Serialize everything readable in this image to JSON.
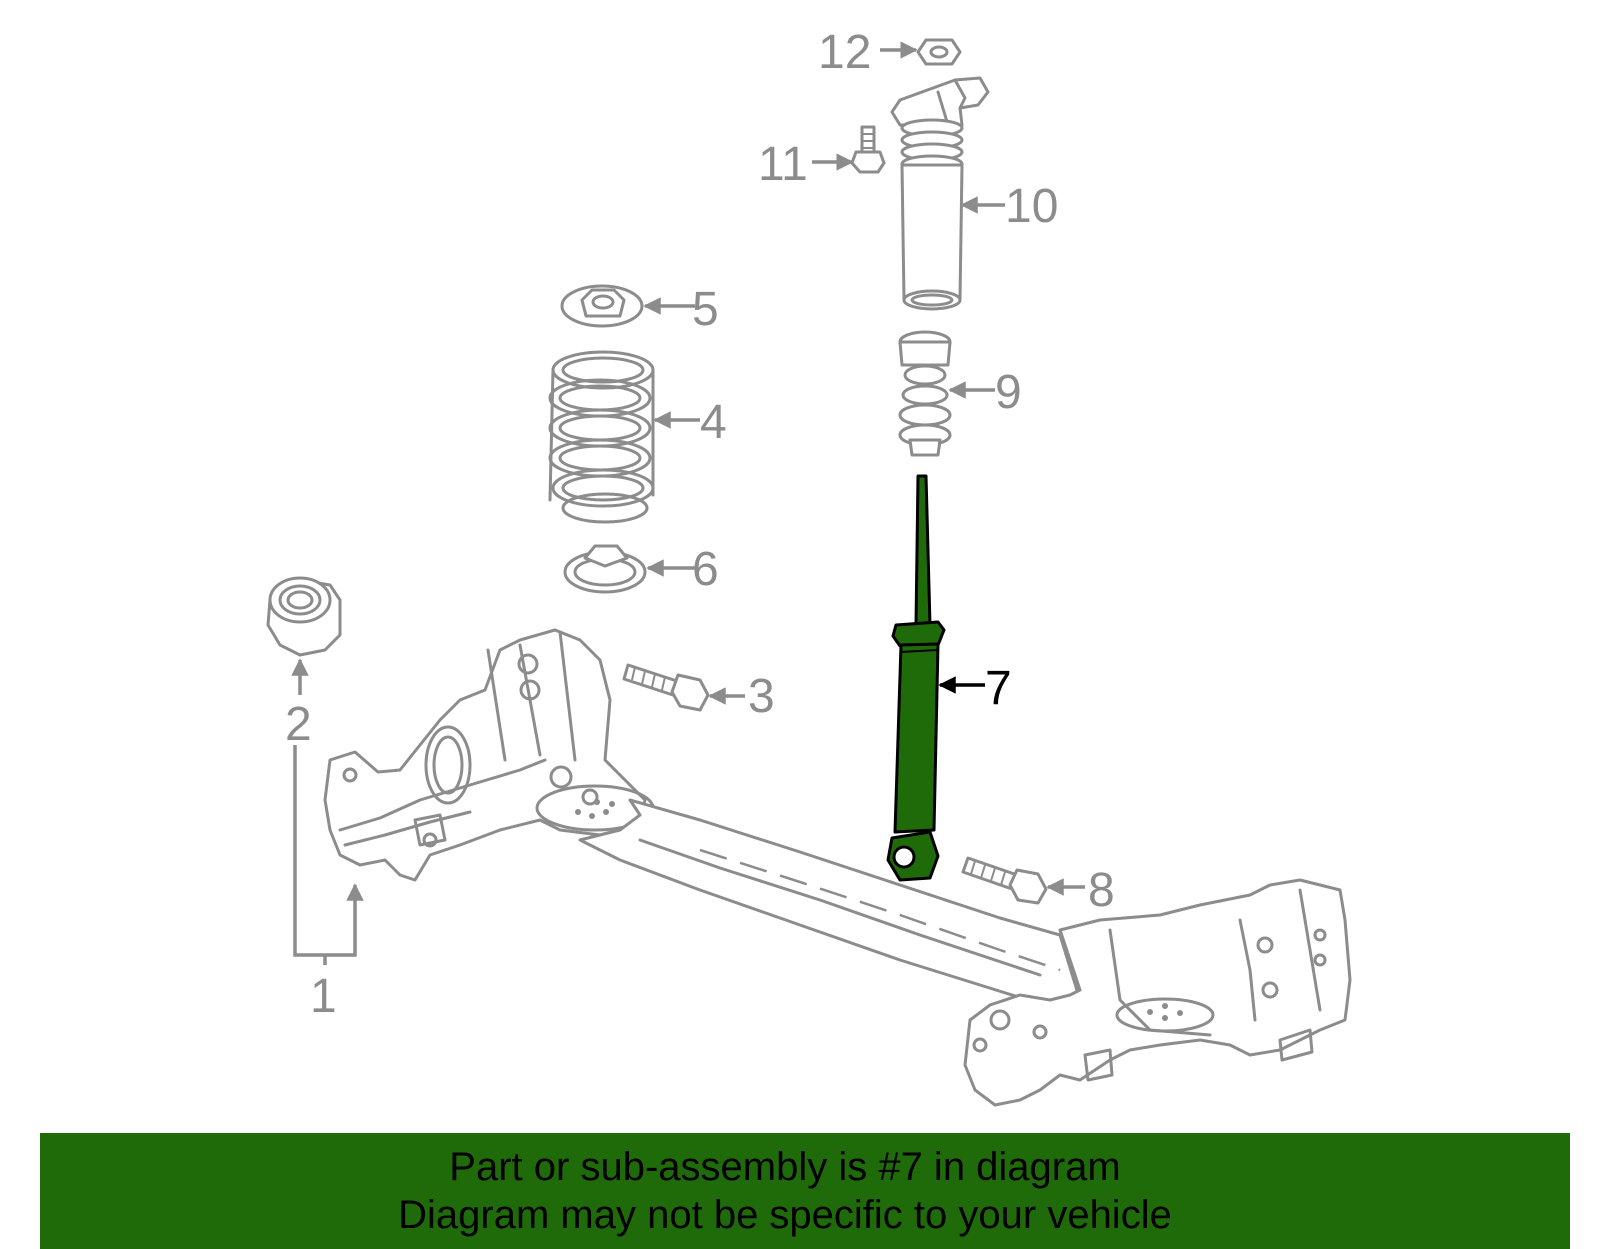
{
  "diagram": {
    "highlight_color": "#1f6b0a",
    "line_color": "#8c8c8c",
    "highlighted_part": "7",
    "callouts": [
      {
        "id": "1",
        "label": "1"
      },
      {
        "id": "2",
        "label": "2"
      },
      {
        "id": "3",
        "label": "3"
      },
      {
        "id": "4",
        "label": "4"
      },
      {
        "id": "5",
        "label": "5"
      },
      {
        "id": "6",
        "label": "6"
      },
      {
        "id": "7",
        "label": "7"
      },
      {
        "id": "8",
        "label": "8"
      },
      {
        "id": "9",
        "label": "9"
      },
      {
        "id": "10",
        "label": "10"
      },
      {
        "id": "11",
        "label": "11"
      },
      {
        "id": "12",
        "label": "12"
      }
    ]
  },
  "banner": {
    "line1": "Part or sub-assembly is #7 in diagram",
    "line2": "Diagram may not be specific to your vehicle",
    "background": "#1f6b0a"
  }
}
